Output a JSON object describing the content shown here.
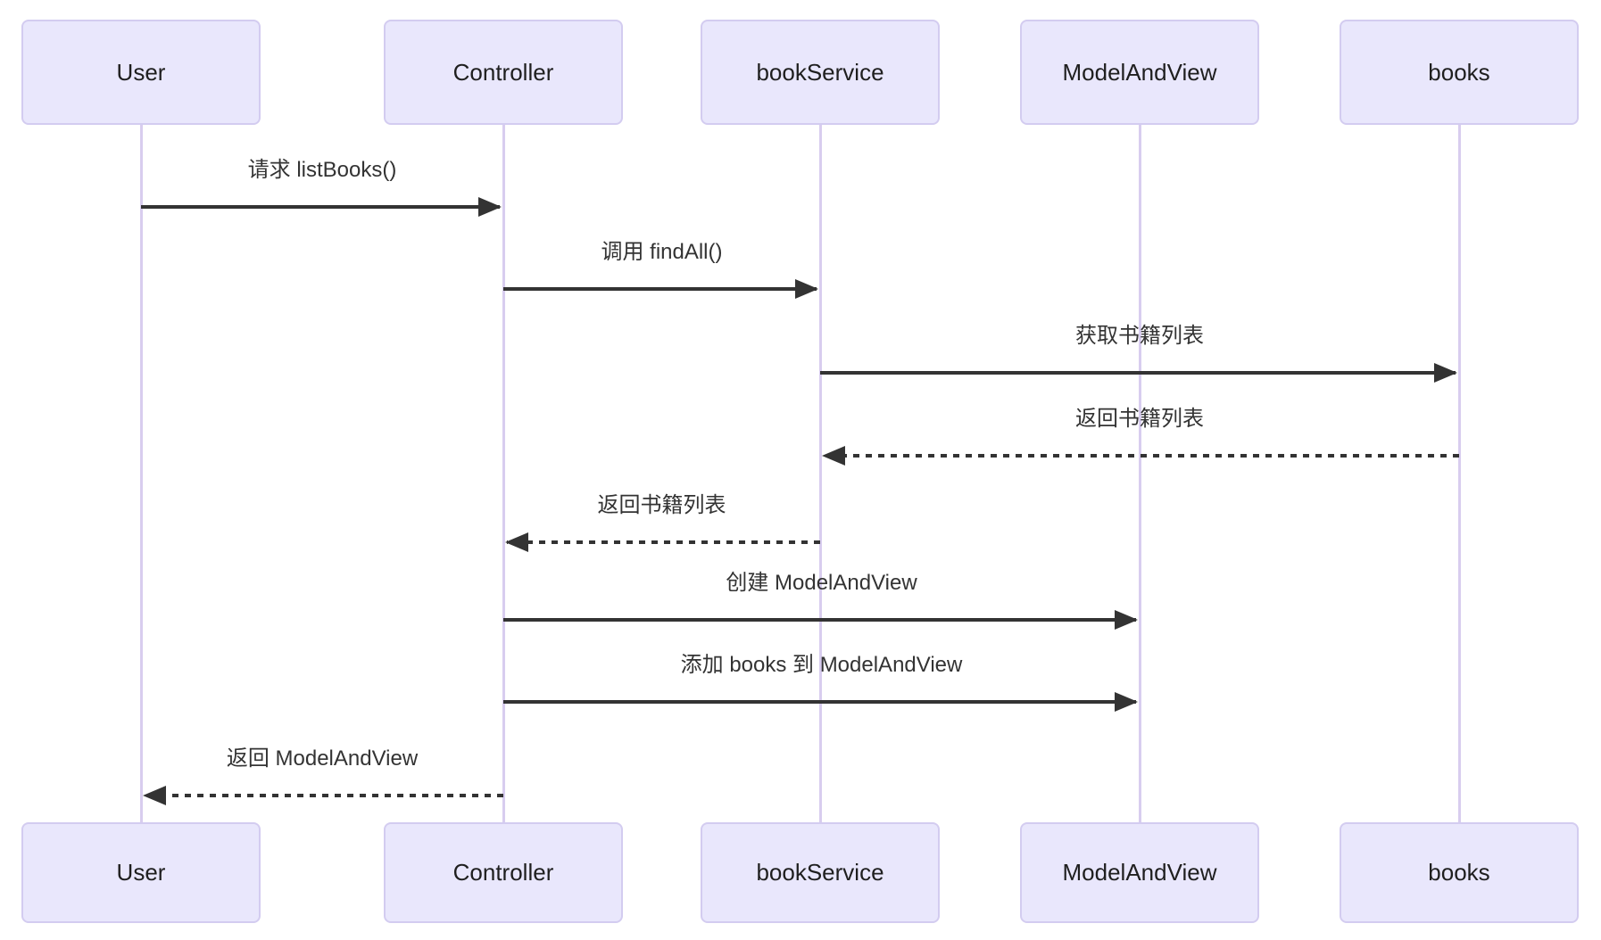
{
  "diagram": {
    "kind": "sequence-diagram",
    "actors": [
      {
        "id": "User",
        "label": "User"
      },
      {
        "id": "Controller",
        "label": "Controller"
      },
      {
        "id": "bookService",
        "label": "bookService"
      },
      {
        "id": "ModelAndView",
        "label": "ModelAndView"
      },
      {
        "id": "books",
        "label": "books"
      }
    ],
    "messages": [
      {
        "from": "User",
        "to": "Controller",
        "label": "请求 listBooks()",
        "line": "solid"
      },
      {
        "from": "Controller",
        "to": "bookService",
        "label": "调用 findAll()",
        "line": "solid"
      },
      {
        "from": "bookService",
        "to": "books",
        "label": "获取书籍列表",
        "line": "solid"
      },
      {
        "from": "books",
        "to": "bookService",
        "label": "返回书籍列表",
        "line": "dashed"
      },
      {
        "from": "bookService",
        "to": "Controller",
        "label": "返回书籍列表",
        "line": "dashed"
      },
      {
        "from": "Controller",
        "to": "ModelAndView",
        "label": "创建 ModelAndView",
        "line": "solid"
      },
      {
        "from": "Controller",
        "to": "ModelAndView",
        "label": "添加 books 到 ModelAndView",
        "line": "solid"
      },
      {
        "from": "Controller",
        "to": "User",
        "label": "返回 ModelAndView",
        "line": "dashed"
      }
    ],
    "colors": {
      "actor_fill": "#e9e7fc",
      "actor_border": "#d3ccf0",
      "lifeline": "#d8cdef",
      "arrow": "#333333",
      "text": "#1f1f1f",
      "background": "#ffffff"
    }
  }
}
